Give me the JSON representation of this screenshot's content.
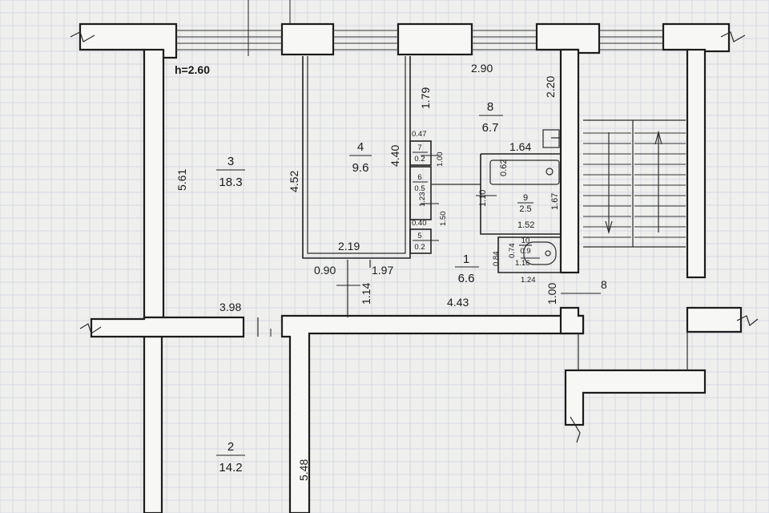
{
  "plan": {
    "ceiling_height": "h=2.60",
    "stair_label": "8",
    "rooms": [
      {
        "id": "1",
        "area": "6.6"
      },
      {
        "id": "2",
        "area": "14.2"
      },
      {
        "id": "3",
        "area": "18.3"
      },
      {
        "id": "4",
        "area": "9.6"
      },
      {
        "id": "5",
        "area": "0.2"
      },
      {
        "id": "6",
        "area": "0.5"
      },
      {
        "id": "7",
        "area": "0.2"
      },
      {
        "id": "8",
        "area": "6.7"
      },
      {
        "id": "9",
        "area": "2.5"
      },
      {
        "id": "10",
        "area": "0.9"
      }
    ],
    "dimensions": {
      "d_2_90": "2.90",
      "d_2_20": "2.20",
      "d_1_79": "1.79",
      "d_4_40": "4.40",
      "d_4_52": "4.52",
      "d_5_61": "5.61",
      "d_2_19": "2.19",
      "d_0_90": "0.90",
      "d_1_97": "1.97",
      "d_1_14": "1.14",
      "d_3_98": "3.98",
      "d_4_43": "4.43",
      "d_1_00_right": "1.00",
      "d_5_48": "5.48",
      "d_1_64": "1.64",
      "d_0_62": "0.62",
      "d_1_10": "1.10",
      "d_1_67": "1.67",
      "d_1_52": "1.52",
      "d_0_84": "0.84",
      "d_0_74": "0.74",
      "d_1_16": "1.16",
      "d_1_24": "1.24",
      "d_0_47": "0.47",
      "d_1_00_small": "1.00",
      "d_1_23": "1.23",
      "d_0_40": "0.40",
      "d_1_50": "1.50"
    }
  }
}
